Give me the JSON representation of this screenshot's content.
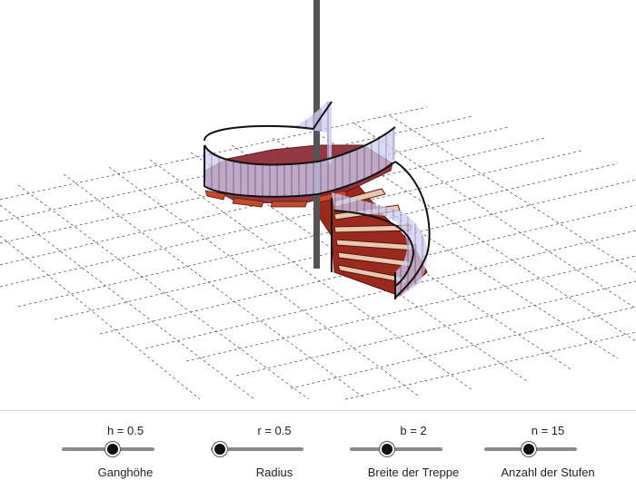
{
  "sliders": [
    {
      "id": "h",
      "value_label": "h = 0.5",
      "caption": "Ganghöhe",
      "fraction": 0.55
    },
    {
      "id": "r",
      "value_label": "r = 0.5",
      "caption": "Radius",
      "fraction": 0.1
    },
    {
      "id": "b",
      "value_label": "b = 2",
      "caption": "Breite der Treppe",
      "fraction": 0.4
    },
    {
      "id": "n",
      "value_label": "n = 15",
      "caption": "Anzahl der Stufen",
      "fraction": 0.48
    }
  ],
  "colors": {
    "pole": "#555555",
    "step": "#9b2a1e",
    "step_edge": "#5a120c",
    "tread": "#e7c9b0",
    "railing": "#c7c4ee",
    "rail": "#111111",
    "grid": "#444444"
  }
}
